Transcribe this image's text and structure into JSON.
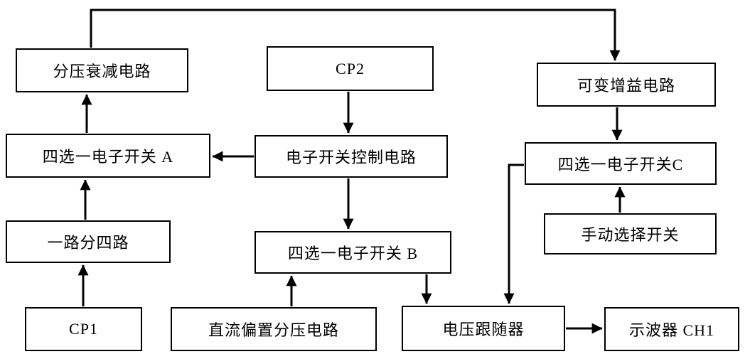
{
  "diagram": {
    "nodes": {
      "attenuator": {
        "label": "分压衰减电路"
      },
      "cp2": {
        "label": "CP2"
      },
      "variable_gain": {
        "label": "可变增益电路"
      },
      "switch_a": {
        "label": "四选一电子开关 A"
      },
      "switch_control": {
        "label": "电子开关控制电路"
      },
      "switch_c": {
        "label": "四选一电子开关C"
      },
      "splitter": {
        "label": "一路分四路"
      },
      "switch_b": {
        "label": "四选一电子开关 B"
      },
      "manual_switch": {
        "label": "手动选择开关"
      },
      "cp1": {
        "label": "CP1"
      },
      "dc_bias": {
        "label": "直流偏置分压电路"
      },
      "voltage_follower": {
        "label": "电压跟随器"
      },
      "oscilloscope": {
        "label": "示波器 CH1"
      }
    },
    "edges": [
      {
        "from": "cp1",
        "to": "splitter"
      },
      {
        "from": "splitter",
        "to": "switch_a"
      },
      {
        "from": "switch_a",
        "to": "attenuator"
      },
      {
        "from": "attenuator",
        "to": "variable_gain"
      },
      {
        "from": "cp2",
        "to": "switch_control"
      },
      {
        "from": "switch_control",
        "to": "switch_a"
      },
      {
        "from": "switch_control",
        "to": "switch_b"
      },
      {
        "from": "dc_bias",
        "to": "switch_b"
      },
      {
        "from": "switch_b",
        "to": "voltage_follower"
      },
      {
        "from": "variable_gain",
        "to": "switch_c"
      },
      {
        "from": "manual_switch",
        "to": "switch_c"
      },
      {
        "from": "switch_c",
        "to": "voltage_follower"
      },
      {
        "from": "voltage_follower",
        "to": "oscilloscope"
      }
    ],
    "colors": {
      "background": "#ffffff",
      "line": "#000000",
      "box_border": "#000000",
      "text": "#000000"
    }
  }
}
